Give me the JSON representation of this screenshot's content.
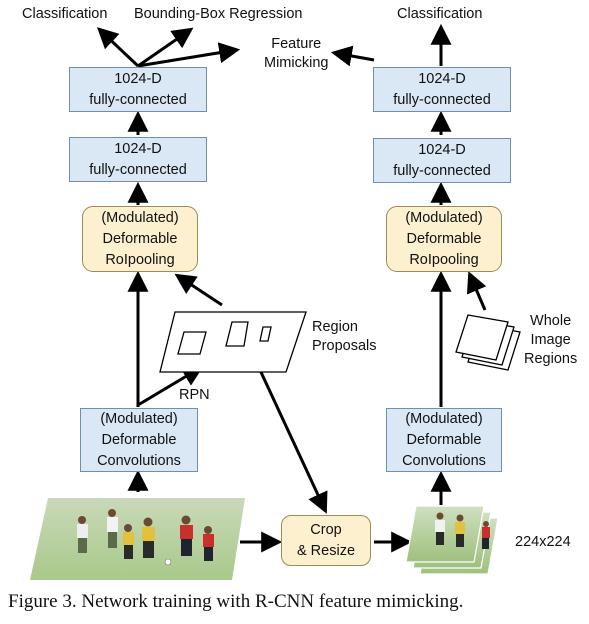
{
  "left": {
    "outputs": {
      "classification": "Classification",
      "bbox_regression": "Bounding-Box Regression"
    },
    "fc_top": [
      "1024-D",
      "fully-connected"
    ],
    "fc_bottom": [
      "1024-D",
      "fully-connected"
    ],
    "roipool": [
      "(Modulated)",
      "Deformable",
      "RoIpooling"
    ],
    "conv": [
      "(Modulated)",
      "Deformable",
      "Convolutions"
    ],
    "rpn_label": "RPN",
    "proposals_label": [
      "Region",
      "Proposals"
    ]
  },
  "right": {
    "outputs": {
      "classification": "Classification"
    },
    "fc_top": [
      "1024-D",
      "fully-connected"
    ],
    "fc_bottom": [
      "1024-D",
      "fully-connected"
    ],
    "roipool": [
      "(Modulated)",
      "Deformable",
      "RoIpooling"
    ],
    "conv": [
      "(Modulated)",
      "Deformable",
      "Convolutions"
    ],
    "whole_label": [
      "Whole",
      "Image",
      "Regions"
    ]
  },
  "feature_mimicking": [
    "Feature",
    "Mimicking"
  ],
  "crop": [
    "Crop",
    "& Resize"
  ],
  "size_label": "224x224",
  "caption": "Figure 3. Network training with R-CNN feature mimicking.",
  "colors": {
    "fc_fill": "#dae8f6",
    "roi_fill": "#fdf0cf",
    "grass": "#a9c98a"
  }
}
